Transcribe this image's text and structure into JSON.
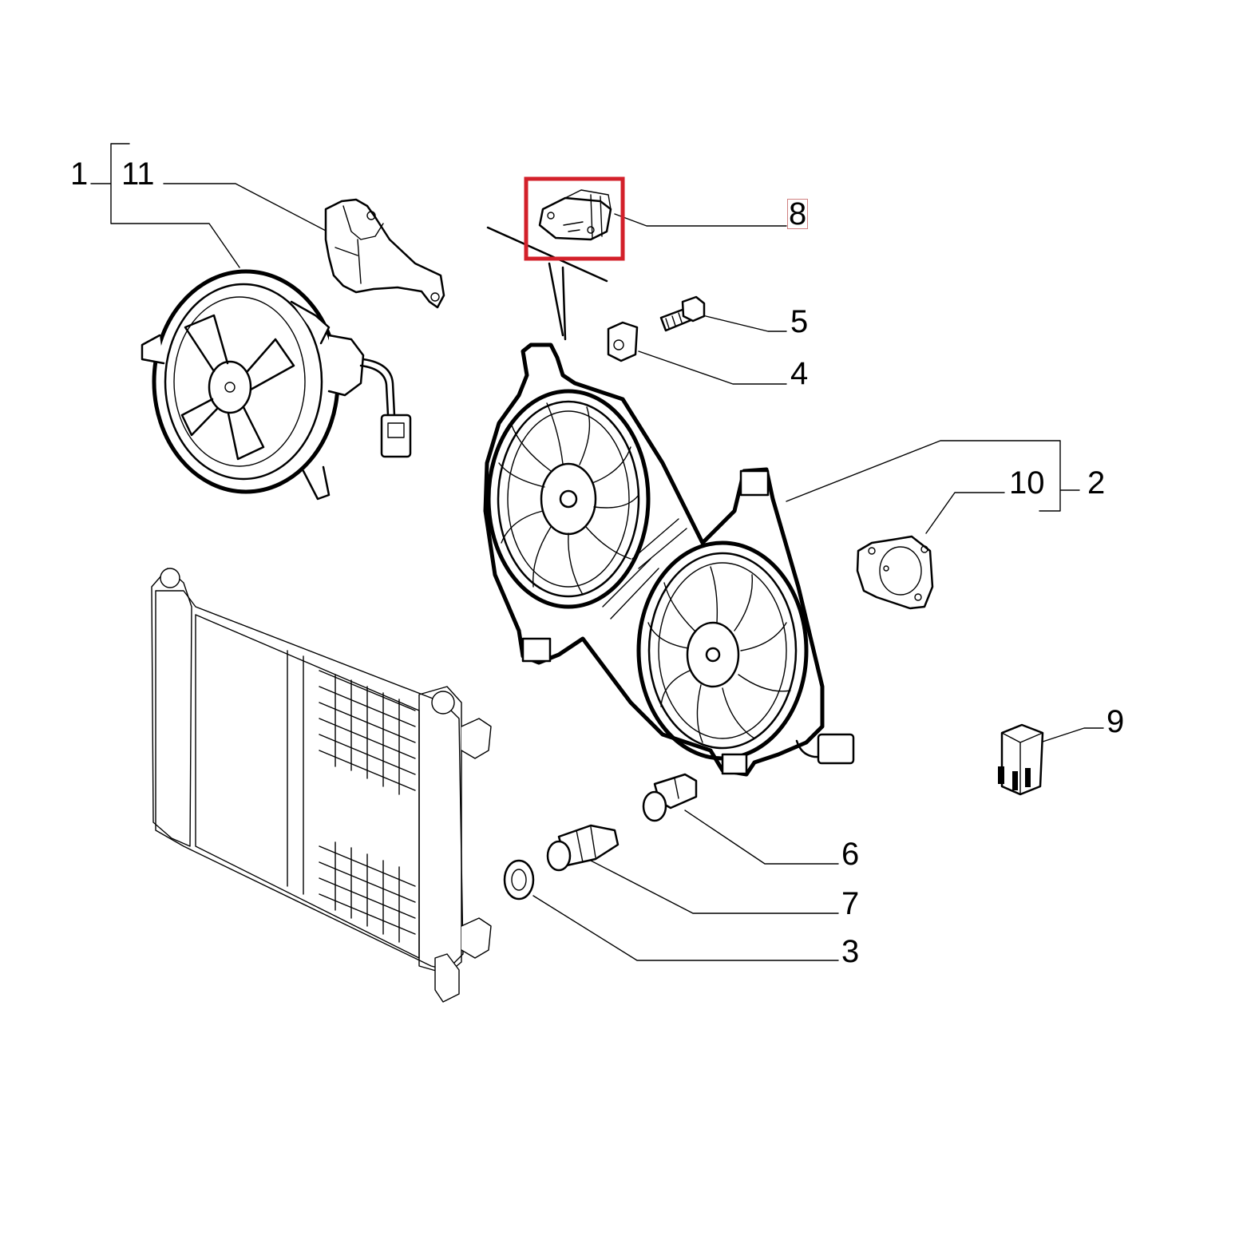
{
  "callouts": {
    "c1": "1",
    "c11": "11",
    "c8": "8",
    "c5": "5",
    "c4": "4",
    "c10": "10",
    "c2": "2",
    "c9": "9",
    "c6": "6",
    "c7": "7",
    "c3": "3"
  },
  "highlight": {
    "part": "8",
    "color": "#d3202a"
  }
}
